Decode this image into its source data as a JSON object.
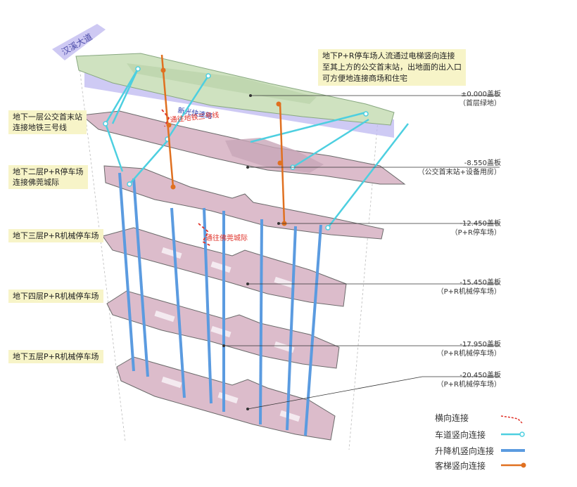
{
  "road_label": "汉溪大道",
  "xinguang_label": "新光快速路",
  "metro_route_label": "通往地铁三号线",
  "intercity_route_label": "通往佛莞城际",
  "top_note": "地下P+R停车场人流通过电梯竖向连接至其上方的公交首末站，出地面的出入口可方便地连接商场和住宅",
  "left_tags": [
    "地下一层公交首末站\n连接地铁三号线",
    "地下二层P+R停车场\n连接佛莞城际",
    "地下三层P+R机械停车场",
    "地下四层P+R机械停车场",
    "地下五层P+R机械停车场"
  ],
  "levels": [
    {
      "elev": "±0.000盖板",
      "desc": "（首层绿地）"
    },
    {
      "elev": "-8.550盖板",
      "desc": "（公交首末站+设备用房）"
    },
    {
      "elev": "-12.450盖板",
      "desc": "（P+R停车场）"
    },
    {
      "elev": "-15.450盖板",
      "desc": "（P+R机械停车场）"
    },
    {
      "elev": "-17.950盖板",
      "desc": "（P+R机械停车场）"
    },
    {
      "elev": "-20.450盖板",
      "desc": "（P+R机械停车场）"
    }
  ],
  "legend": [
    {
      "label": "横向连接",
      "color": "#e05a2b",
      "style": "dashed"
    },
    {
      "label": "车道竖向连接",
      "color": "#4dcfe0",
      "style": "cyan"
    },
    {
      "label": "升降机竖向连接",
      "color": "#5b9be0",
      "style": "thick"
    },
    {
      "label": "客梯竖向连接",
      "color": "#e07020",
      "style": "orange"
    }
  ]
}
